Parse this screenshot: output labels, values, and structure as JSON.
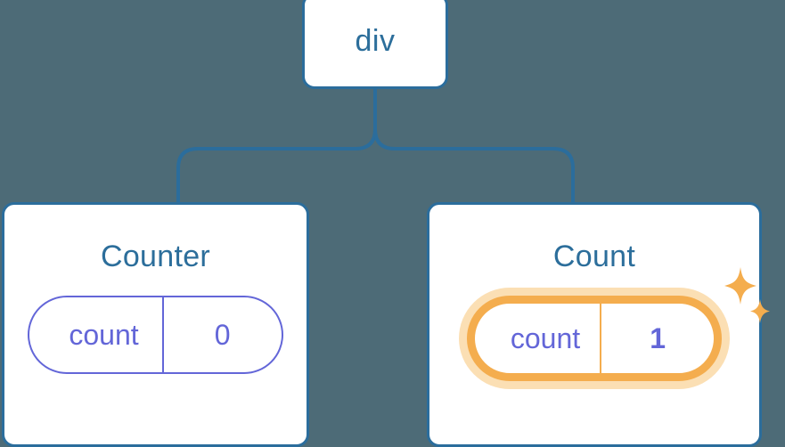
{
  "diagram": {
    "type": "component-tree",
    "background_color": "#4d6b77",
    "node_border_color": "#2b6d9c",
    "title_color": "#2c6e9b",
    "prop_color": "#6366d8",
    "highlight_color": "#f4ad4e",
    "highlight_glow_color": "#fbdfb4",
    "root": {
      "label": "div"
    },
    "children": [
      {
        "title": "Counter",
        "highlighted": false,
        "prop": {
          "key": "count",
          "value": "0"
        }
      },
      {
        "title": "Count",
        "highlighted": true,
        "prop": {
          "key": "count",
          "value": "1"
        },
        "sparkle_icon": "sparkles-icon"
      }
    ]
  }
}
